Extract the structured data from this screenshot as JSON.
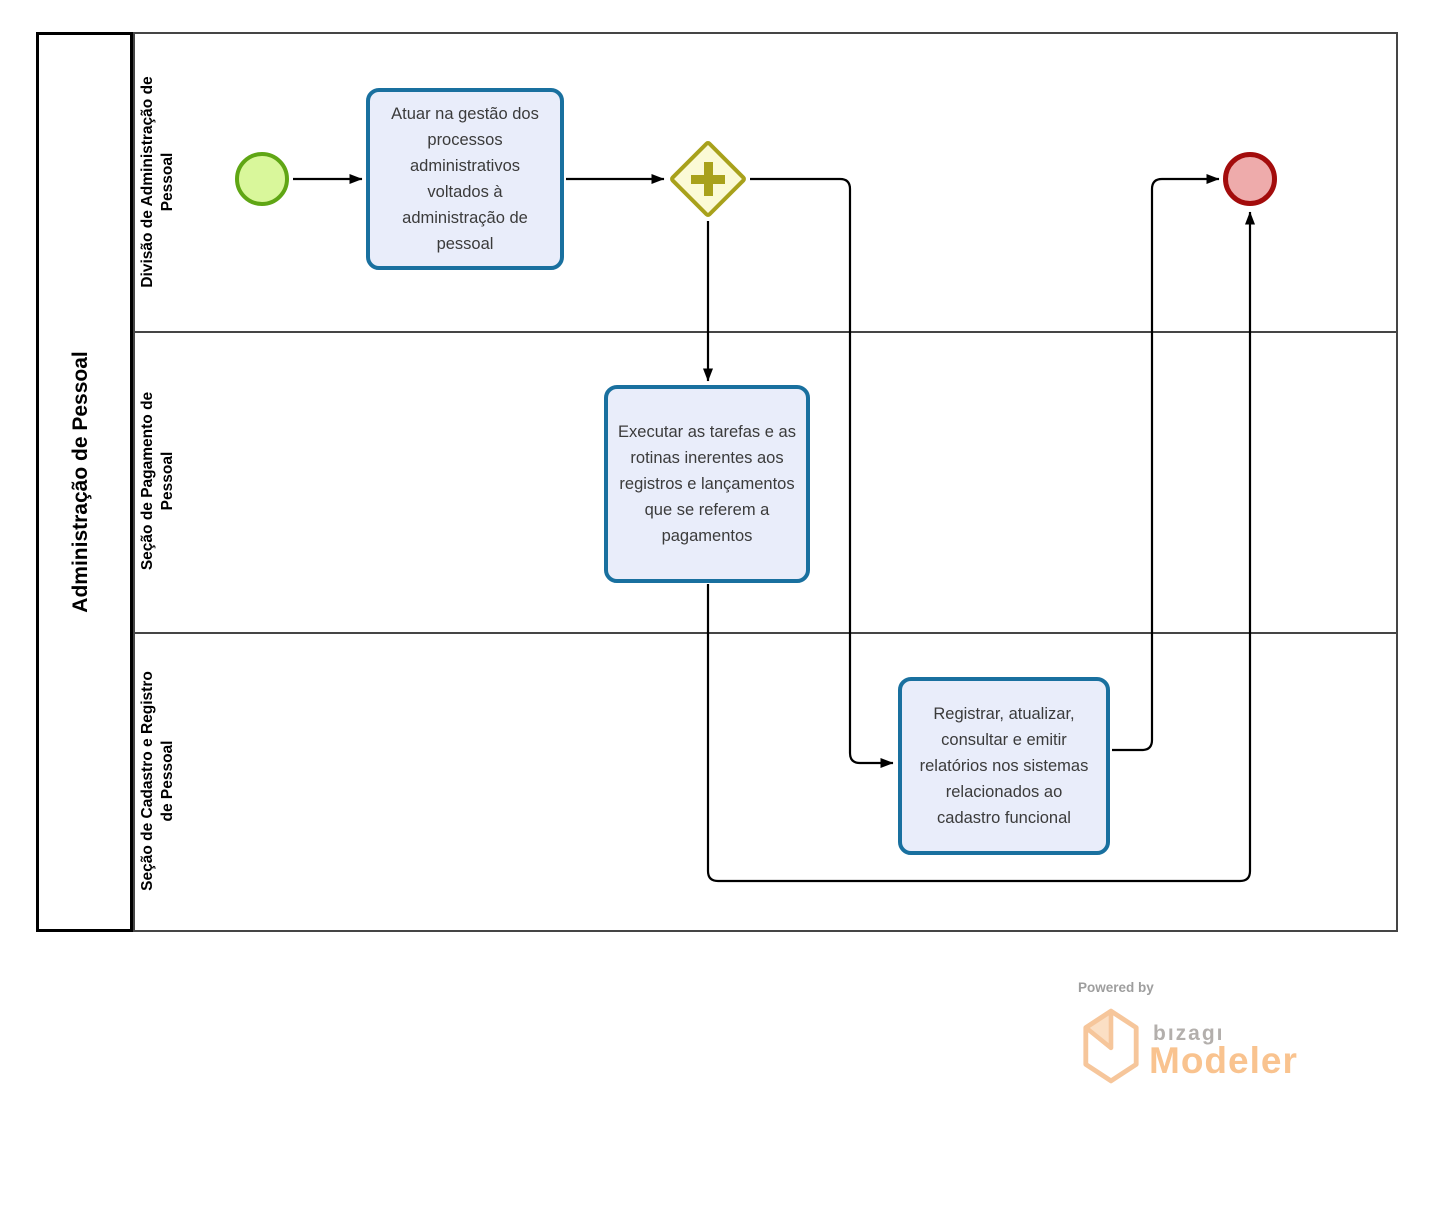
{
  "pool": {
    "label": "Administração de Pessoal",
    "lanes": [
      {
        "line1": "Divisão de Administração de",
        "line2": "Pessoal"
      },
      {
        "line1": "Seção de Pagamento de",
        "line2": "Pessoal"
      },
      {
        "line1": "Seção de Cadastro e Registro",
        "line2": "de Pessoal"
      }
    ]
  },
  "nodes": {
    "start_event": {
      "type": "start-event"
    },
    "task_1": {
      "label": "Atuar na gestão dos processos administrativos voltados à administração de pessoal"
    },
    "gateway": {
      "type": "parallel-gateway"
    },
    "task_2": {
      "label": "Executar as tarefas e as rotinas inerentes aos registros e lançamentos  que se referem a pagamentos"
    },
    "task_3": {
      "label": "Registrar, atualizar, consultar e emitir relatórios nos sistemas relacionados ao cadastro funcional"
    },
    "end_event": {
      "type": "end-event"
    }
  },
  "icons": {
    "gateway": "plus-icon",
    "brand": "bizagi-hexagon-box-icon"
  },
  "colors": {
    "start_fill": "#d9f79b",
    "start_border": "#5fa614",
    "end_fill": "#eeabab",
    "end_border": "#a30c0c",
    "task_fill": "#e9edfa",
    "task_border": "#19709f",
    "gateway_fill": "#fbfad6",
    "gateway_border": "#a8a11b",
    "lane_border": "#454545",
    "pool_border": "#000000",
    "flow_line": "#000000",
    "brand_orange": "#f9c38f",
    "brand_gray": "#b3afac"
  },
  "footer": {
    "powered_by": "Powered by",
    "brand": "bızagı",
    "product": "Modeler"
  }
}
